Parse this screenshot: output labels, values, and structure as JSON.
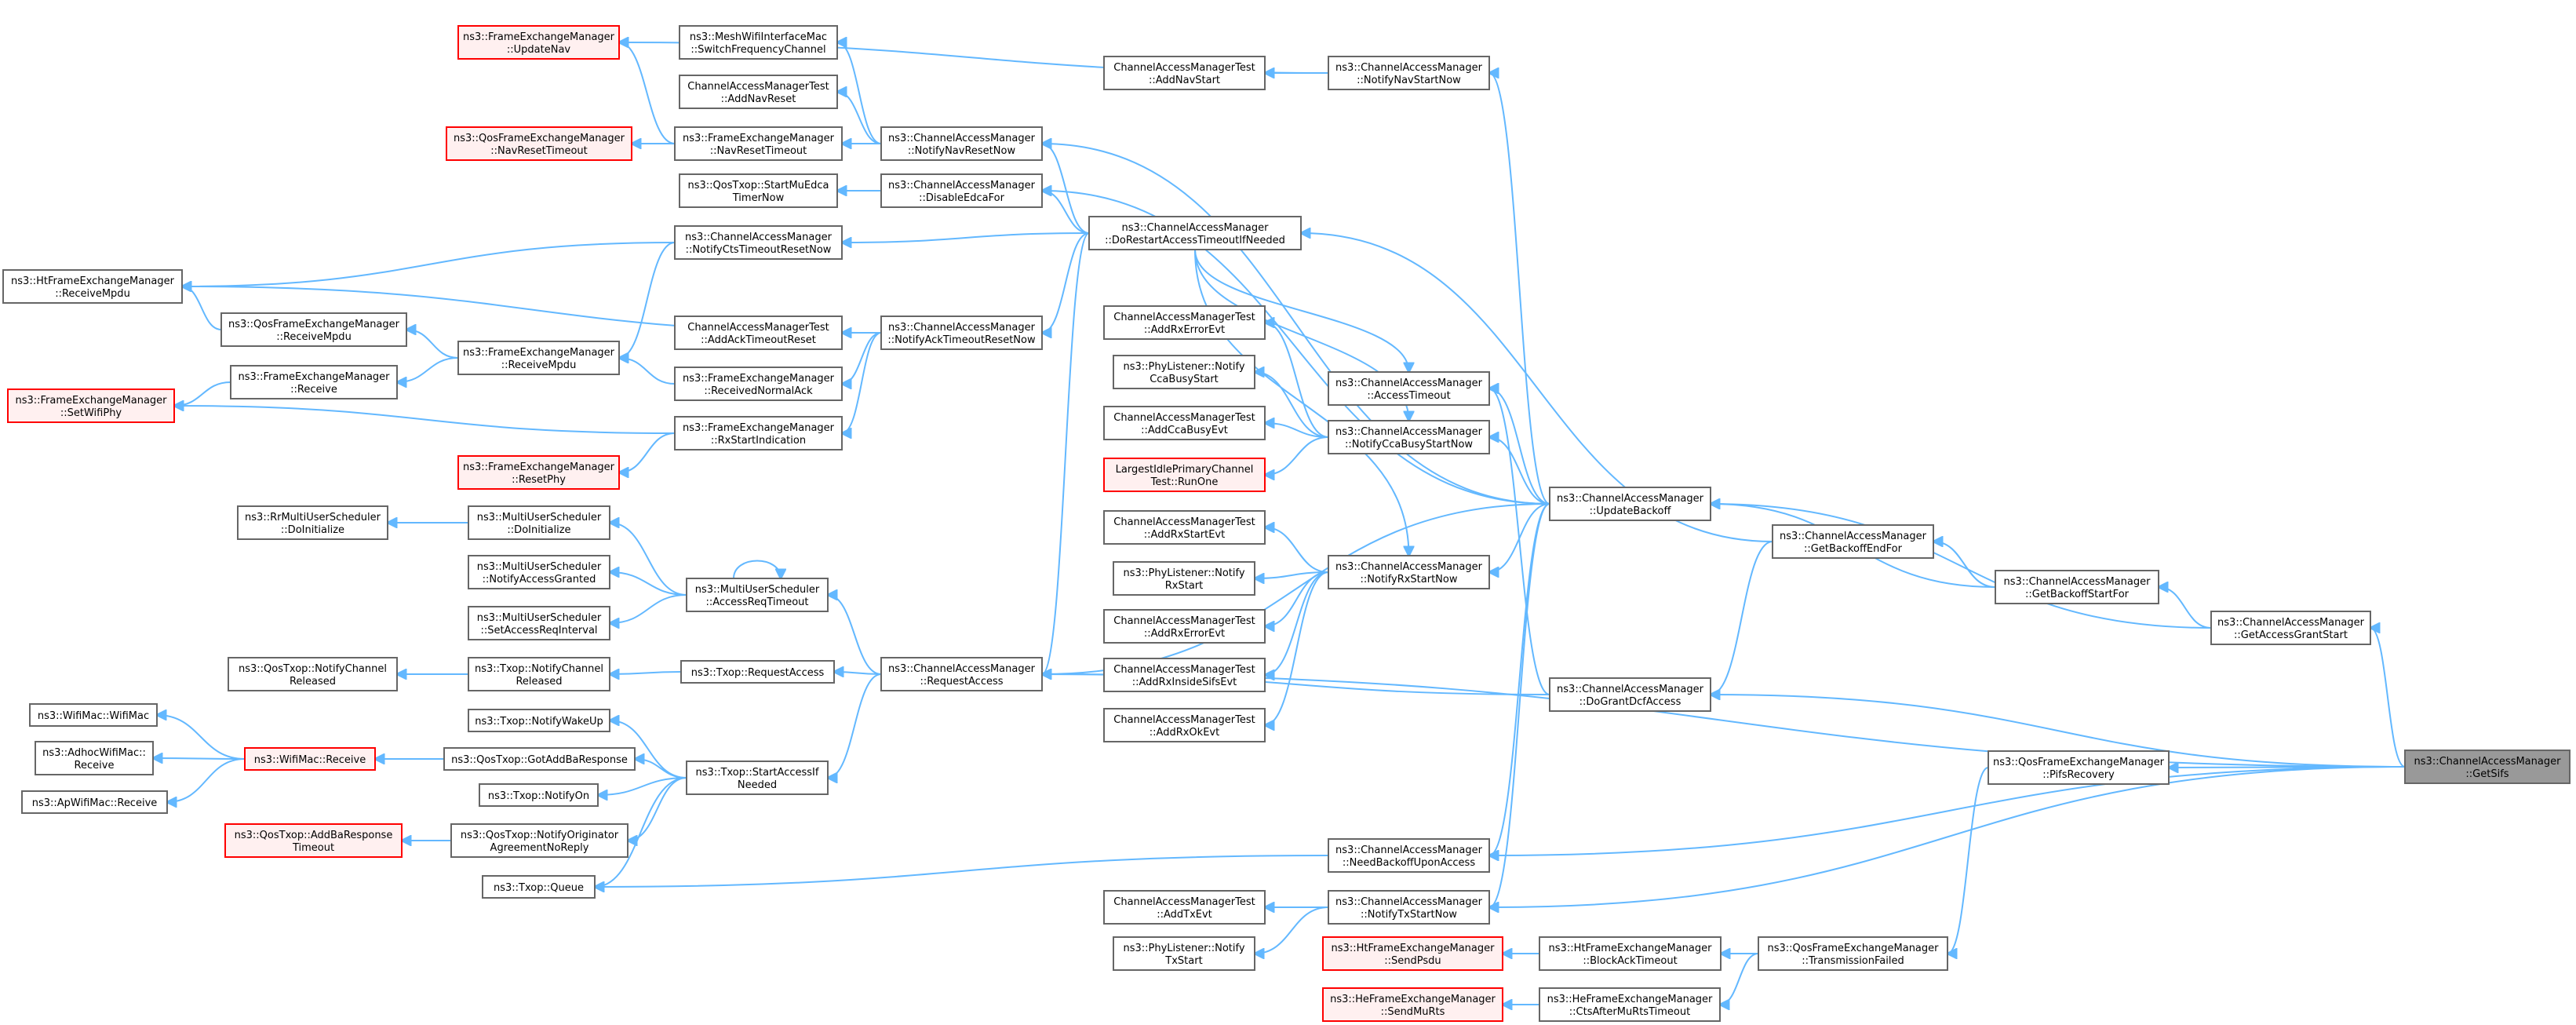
{
  "graph": {
    "type": "caller-graph",
    "nodes": [
      {
        "id": "getsifs",
        "l1": "ns3::ChannelAccessManager",
        "l2": "::GetSifs",
        "style": "focus"
      },
      {
        "id": "gagstart",
        "l1": "ns3::ChannelAccessManager",
        "l2": "::GetAccessGrantStart",
        "style": "normal"
      },
      {
        "id": "pifs",
        "l1": "ns3::QosFrameExchangeManager",
        "l2": "::PifsRecovery",
        "style": "normal"
      },
      {
        "id": "gbstartfor",
        "l1": "ns3::ChannelAccessManager",
        "l2": "::GetBackoffStartFor",
        "style": "normal"
      },
      {
        "id": "gbendfor",
        "l1": "ns3::ChannelAccessManager",
        "l2": "::GetBackoffEndFor",
        "style": "normal"
      },
      {
        "id": "txfailed",
        "l1": "ns3::QosFrameExchangeManager",
        "l2": "::TransmissionFailed",
        "style": "normal"
      },
      {
        "id": "blockack",
        "l1": "ns3::HtFrameExchangeManager",
        "l2": "::BlockAckTimeout",
        "style": "normal"
      },
      {
        "id": "ctsmurts",
        "l1": "ns3::HeFrameExchangeManager",
        "l2": "::CtsAfterMuRtsTimeout",
        "style": "normal"
      },
      {
        "id": "sendpsdu",
        "l1": "ns3::HtFrameExchangeManager",
        "l2": "::SendPsdu",
        "style": "red"
      },
      {
        "id": "sendmurts",
        "l1": "ns3::HeFrameExchangeManager",
        "l2": "::SendMuRts",
        "style": "red"
      },
      {
        "id": "updbackoff",
        "l1": "ns3::ChannelAccessManager",
        "l2": "::UpdateBackoff",
        "style": "normal"
      },
      {
        "id": "dograntdcf",
        "l1": "ns3::ChannelAccessManager",
        "l2": "::DoGrantDcfAccess",
        "style": "normal"
      },
      {
        "id": "needbackoff",
        "l1": "ns3::ChannelAccessManager",
        "l2": "::NeedBackoffUponAccess",
        "style": "normal"
      },
      {
        "id": "notifytxstart",
        "l1": "ns3::ChannelAccessManager",
        "l2": "::NotifyTxStartNow",
        "style": "normal"
      },
      {
        "id": "notifynavstart",
        "l1": "ns3::ChannelAccessManager",
        "l2": "::NotifyNavStartNow",
        "style": "normal"
      },
      {
        "id": "notifynavreset",
        "l1": "ns3::ChannelAccessManager",
        "l2": "::NotifyNavResetNow",
        "style": "normal"
      },
      {
        "id": "disableedca",
        "l1": "ns3::ChannelAccessManager",
        "l2": "::DisableEdcaFor",
        "style": "normal"
      },
      {
        "id": "dorestart",
        "l1": "ns3::ChannelAccessManager",
        "l2": "::DoRestartAccessTimeoutIfNeeded",
        "style": "normal"
      },
      {
        "id": "notifyacktimeout",
        "l1": "ns3::ChannelAccessManager",
        "l2": "::NotifyAckTimeoutResetNow",
        "style": "normal"
      },
      {
        "id": "accesstimeout",
        "l1": "ns3::ChannelAccessManager",
        "l2": "::AccessTimeout",
        "style": "normal"
      },
      {
        "id": "notifyccabusy",
        "l1": "ns3::ChannelAccessManager",
        "l2": "::NotifyCcaBusyStartNow",
        "style": "normal"
      },
      {
        "id": "notifyrxstart",
        "l1": "ns3::ChannelAccessManager",
        "l2": "::NotifyRxStartNow",
        "style": "normal"
      },
      {
        "id": "requestaccess",
        "l1": "ns3::ChannelAccessManager",
        "l2": "::RequestAccess",
        "style": "normal"
      },
      {
        "id": "t_addnavstart",
        "l1": "ChannelAccessManagerTest",
        "l2": "::AddNavStart",
        "style": "normal"
      },
      {
        "id": "t_addrxerr1",
        "l1": "ChannelAccessManagerTest",
        "l2": "::AddRxErrorEvt",
        "style": "normal"
      },
      {
        "id": "pl_ccabusy",
        "l1": "ns3::PhyListener::Notify",
        "l2": "CcaBusyStart",
        "style": "normal"
      },
      {
        "id": "t_addccabusy",
        "l1": "ChannelAccessManagerTest",
        "l2": "::AddCcaBusyEvt",
        "style": "normal"
      },
      {
        "id": "largestidle",
        "l1": "LargestIdlePrimaryChannel",
        "l2": "Test::RunOne",
        "style": "red"
      },
      {
        "id": "t_addrxstart",
        "l1": "ChannelAccessManagerTest",
        "l2": "::AddRxStartEvt",
        "style": "normal"
      },
      {
        "id": "pl_rxstart",
        "l1": "ns3::PhyListener::Notify",
        "l2": "RxStart",
        "style": "normal"
      },
      {
        "id": "t_addrxerr2",
        "l1": "ChannelAccessManagerTest",
        "l2": "::AddRxErrorEvt",
        "style": "normal"
      },
      {
        "id": "t_addrxinside",
        "l1": "ChannelAccessManagerTest",
        "l2": "::AddRxInsideSifsEvt",
        "style": "normal"
      },
      {
        "id": "t_addrxok",
        "l1": "ChannelAccessManagerTest",
        "l2": "::AddRxOkEvt",
        "style": "normal"
      },
      {
        "id": "t_addtx",
        "l1": "ChannelAccessManagerTest",
        "l2": "::AddTxEvt",
        "style": "normal"
      },
      {
        "id": "pl_txstart",
        "l1": "ns3::PhyListener::Notify",
        "l2": "TxStart",
        "style": "normal"
      },
      {
        "id": "mesh",
        "l1": "ns3::MeshWifiInterfaceMac",
        "l2": "::SwitchFrequencyChannel",
        "style": "normal"
      },
      {
        "id": "t_addnavreset",
        "l1": "ChannelAccessManagerTest",
        "l2": "::AddNavReset",
        "style": "normal"
      },
      {
        "id": "fem_navreset",
        "l1": "ns3::FrameExchangeManager",
        "l2": "::NavResetTimeout",
        "style": "normal"
      },
      {
        "id": "qtx_startmu",
        "l1": "ns3::QosTxop::StartMuEdca",
        "l2": "TimerNow",
        "style": "normal"
      },
      {
        "id": "notifyctsreset",
        "l1": "ns3::ChannelAccessManager",
        "l2": "::NotifyCtsTimeoutResetNow",
        "style": "normal"
      },
      {
        "id": "t_addacktimeout",
        "l1": "ChannelAccessManagerTest",
        "l2": "::AddAckTimeoutReset",
        "style": "normal"
      },
      {
        "id": "fem_receivedack",
        "l1": "ns3::FrameExchangeManager",
        "l2": "::ReceivedNormalAck",
        "style": "normal"
      },
      {
        "id": "fem_rxstartind",
        "l1": "ns3::FrameExchangeManager",
        "l2": "::RxStartIndication",
        "style": "normal"
      },
      {
        "id": "fem_receivempdu",
        "l1": "ns3::FrameExchangeManager",
        "l2": "::ReceiveMpdu",
        "style": "normal"
      },
      {
        "id": "fem_updatenav",
        "l1": "ns3::FrameExchangeManager",
        "l2": "::UpdateNav",
        "style": "red"
      },
      {
        "id": "qfem_navreset",
        "l1": "ns3::QosFrameExchangeManager",
        "l2": "::NavResetTimeout",
        "style": "red"
      },
      {
        "id": "fem_resetphy",
        "l1": "ns3::FrameExchangeManager",
        "l2": "::ResetPhy",
        "style": "red"
      },
      {
        "id": "ht_receivempdu",
        "l1": "ns3::HtFrameExchangeManager",
        "l2": "::ReceiveMpdu",
        "style": "normal"
      },
      {
        "id": "qfem_receivempdu",
        "l1": "ns3::QosFrameExchangeManager",
        "l2": "::ReceiveMpdu",
        "style": "normal"
      },
      {
        "id": "fem_receive",
        "l1": "ns3::FrameExchangeManager",
        "l2": "::Receive",
        "style": "normal"
      },
      {
        "id": "fem_setwifiphy",
        "l1": "ns3::FrameExchangeManager",
        "l2": "::SetWifiPhy",
        "style": "red"
      },
      {
        "id": "mus_doinit",
        "l1": "ns3::MultiUserScheduler",
        "l2": "::DoInitialize",
        "style": "normal"
      },
      {
        "id": "mus_notifyaccess",
        "l1": "ns3::MultiUserScheduler",
        "l2": "::NotifyAccessGranted",
        "style": "normal"
      },
      {
        "id": "mus_setaccess",
        "l1": "ns3::MultiUserScheduler",
        "l2": "::SetAccessReqInterval",
        "style": "normal"
      },
      {
        "id": "mus_accessreq",
        "l1": "ns3::MultiUserScheduler",
        "l2": "::AccessReqTimeout",
        "style": "normal"
      },
      {
        "id": "rr_doinit",
        "l1": "ns3::RrMultiUserScheduler",
        "l2": "::DoInitialize",
        "style": "normal"
      },
      {
        "id": "txop_notifychannel",
        "l1": "ns3::Txop::NotifyChannel",
        "l2": "Released",
        "style": "normal"
      },
      {
        "id": "qtxop_notifychannel",
        "l1": "ns3::QosTxop::NotifyChannel",
        "l2": "Released",
        "style": "normal"
      },
      {
        "id": "txop_request",
        "l1": "ns3::Txop::RequestAccess",
        "l2": "",
        "style": "normal"
      },
      {
        "id": "txop_startaccess",
        "l1": "ns3::Txop::StartAccessIf",
        "l2": "Needed",
        "style": "normal"
      },
      {
        "id": "txop_wakeup",
        "l1": "ns3::Txop::NotifyWakeUp",
        "l2": "",
        "style": "normal"
      },
      {
        "id": "qtxop_gotaddba",
        "l1": "ns3::QosTxop::GotAddBaResponse",
        "l2": "",
        "style": "normal"
      },
      {
        "id": "txop_notifyon",
        "l1": "ns3::Txop::NotifyOn",
        "l2": "",
        "style": "normal"
      },
      {
        "id": "qtxop_noreply",
        "l1": "ns3::QosTxop::NotifyOriginator",
        "l2": "AgreementNoReply",
        "style": "normal"
      },
      {
        "id": "txop_queue",
        "l1": "ns3::Txop::Queue",
        "l2": "",
        "style": "normal"
      },
      {
        "id": "qtxop_addba",
        "l1": "ns3::QosTxop::AddBaResponse",
        "l2": "Timeout",
        "style": "red"
      },
      {
        "id": "wifimac_receive",
        "l1": "ns3::WifiMac::Receive",
        "l2": "",
        "style": "red"
      },
      {
        "id": "wifimac_wifimac",
        "l1": "ns3::WifiMac::WifiMac",
        "l2": "",
        "style": "normal"
      },
      {
        "id": "adhoc_receive",
        "l1": "ns3::AdhocWifiMac::",
        "l2": "Receive",
        "style": "normal"
      },
      {
        "id": "ap_receive",
        "l1": "ns3::ApWifiMac::Receive",
        "l2": "",
        "style": "normal"
      }
    ],
    "edges": [
      [
        "gagstart",
        "getsifs"
      ],
      [
        "pifs",
        "getsifs"
      ],
      [
        "dograntdcf",
        "getsifs"
      ],
      [
        "needbackoff",
        "getsifs"
      ],
      [
        "notifytxstart",
        "getsifs"
      ],
      [
        "requestaccess",
        "getsifs"
      ],
      [
        "gbstartfor",
        "gagstart"
      ],
      [
        "updbackoff",
        "gagstart"
      ],
      [
        "txfailed",
        "pifs"
      ],
      [
        "gbendfor",
        "gbstartfor"
      ],
      [
        "updbackoff",
        "gbstartfor"
      ],
      [
        "dorestart",
        "gbendfor"
      ],
      [
        "dograntdcf",
        "gbendfor"
      ],
      [
        "blockack",
        "txfailed"
      ],
      [
        "ctsmurts",
        "txfailed"
      ],
      [
        "sendpsdu",
        "blockack"
      ],
      [
        "sendmurts",
        "ctsmurts"
      ],
      [
        "notifynavstart",
        "updbackoff"
      ],
      [
        "notifynavreset",
        "updbackoff"
      ],
      [
        "accesstimeout",
        "updbackoff"
      ],
      [
        "notifyccabusy",
        "updbackoff"
      ],
      [
        "notifyrxstart",
        "updbackoff"
      ],
      [
        "needbackoff",
        "updbackoff"
      ],
      [
        "notifytxstart",
        "updbackoff"
      ],
      [
        "requestaccess",
        "updbackoff"
      ],
      [
        "disableedca",
        "updbackoff"
      ],
      [
        "requestaccess",
        "dograntdcf"
      ],
      [
        "accesstimeout",
        "dograntdcf"
      ],
      [
        "txop_queue",
        "needbackoff"
      ],
      [
        "t_addtx",
        "notifytxstart"
      ],
      [
        "pl_txstart",
        "notifytxstart"
      ],
      [
        "t_addnavstart",
        "notifynavstart"
      ],
      [
        "fem_updatenav",
        "notifynavstart"
      ],
      [
        "mesh",
        "notifynavreset"
      ],
      [
        "t_addnavreset",
        "notifynavreset"
      ],
      [
        "fem_navreset",
        "notifynavreset"
      ],
      [
        "qtx_startmu",
        "disableedca"
      ],
      [
        "notifynavreset",
        "dorestart"
      ],
      [
        "disableedca",
        "dorestart"
      ],
      [
        "notifyctsreset",
        "dorestart"
      ],
      [
        "notifyacktimeout",
        "dorestart"
      ],
      [
        "accesstimeout",
        "dorestart"
      ],
      [
        "requestaccess",
        "dorestart"
      ],
      [
        "notifyccabusy",
        "dorestart"
      ],
      [
        "notifyrxstart",
        "dorestart"
      ],
      [
        "t_addacktimeout",
        "notifyacktimeout"
      ],
      [
        "fem_receivedack",
        "notifyacktimeout"
      ],
      [
        "fem_rxstartind",
        "notifyacktimeout"
      ],
      [
        "ht_receivempdu",
        "notifyacktimeout"
      ],
      [
        "t_addrxerr1",
        "notifyccabusy"
      ],
      [
        "pl_ccabusy",
        "notifyccabusy"
      ],
      [
        "t_addccabusy",
        "notifyccabusy"
      ],
      [
        "largestidle",
        "notifyccabusy"
      ],
      [
        "t_addrxstart",
        "notifyrxstart"
      ],
      [
        "pl_rxstart",
        "notifyrxstart"
      ],
      [
        "t_addrxerr2",
        "notifyrxstart"
      ],
      [
        "t_addrxinside",
        "notifyrxstart"
      ],
      [
        "t_addrxok",
        "notifyrxstart"
      ],
      [
        "mus_accessreq",
        "requestaccess"
      ],
      [
        "txop_request",
        "requestaccess"
      ],
      [
        "txop_startaccess",
        "requestaccess"
      ],
      [
        "fem_updatenav",
        "fem_navreset"
      ],
      [
        "qfem_navreset",
        "fem_navreset"
      ],
      [
        "ht_receivempdu",
        "notifyctsreset"
      ],
      [
        "fem_receivempdu",
        "notifyctsreset"
      ],
      [
        "fem_receivempdu",
        "fem_receivedack"
      ],
      [
        "fem_resetphy",
        "fem_rxstartind"
      ],
      [
        "fem_setwifiphy",
        "fem_rxstartind"
      ],
      [
        "fem_receive",
        "fem_receivempdu"
      ],
      [
        "qfem_receivempdu",
        "fem_receivempdu"
      ],
      [
        "ht_receivempdu",
        "qfem_receivempdu"
      ],
      [
        "fem_setwifiphy",
        "fem_receive"
      ],
      [
        "mus_doinit",
        "mus_accessreq"
      ],
      [
        "mus_notifyaccess",
        "mus_accessreq"
      ],
      [
        "mus_setaccess",
        "mus_accessreq"
      ],
      [
        "mus_accessreq",
        "mus_accessreq"
      ],
      [
        "rr_doinit",
        "mus_doinit"
      ],
      [
        "txop_notifychannel",
        "txop_request"
      ],
      [
        "qtxop_notifychannel",
        "txop_notifychannel"
      ],
      [
        "txop_wakeup",
        "txop_startaccess"
      ],
      [
        "qtxop_gotaddba",
        "txop_startaccess"
      ],
      [
        "txop_notifyon",
        "txop_startaccess"
      ],
      [
        "qtxop_noreply",
        "txop_startaccess"
      ],
      [
        "txop_queue",
        "txop_startaccess"
      ],
      [
        "qtxop_addba",
        "qtxop_noreply"
      ],
      [
        "wifimac_receive",
        "qtxop_gotaddba"
      ],
      [
        "wifimac_wifimac",
        "wifimac_receive"
      ],
      [
        "adhoc_receive",
        "wifimac_receive"
      ],
      [
        "ap_receive",
        "wifimac_receive"
      ]
    ]
  }
}
